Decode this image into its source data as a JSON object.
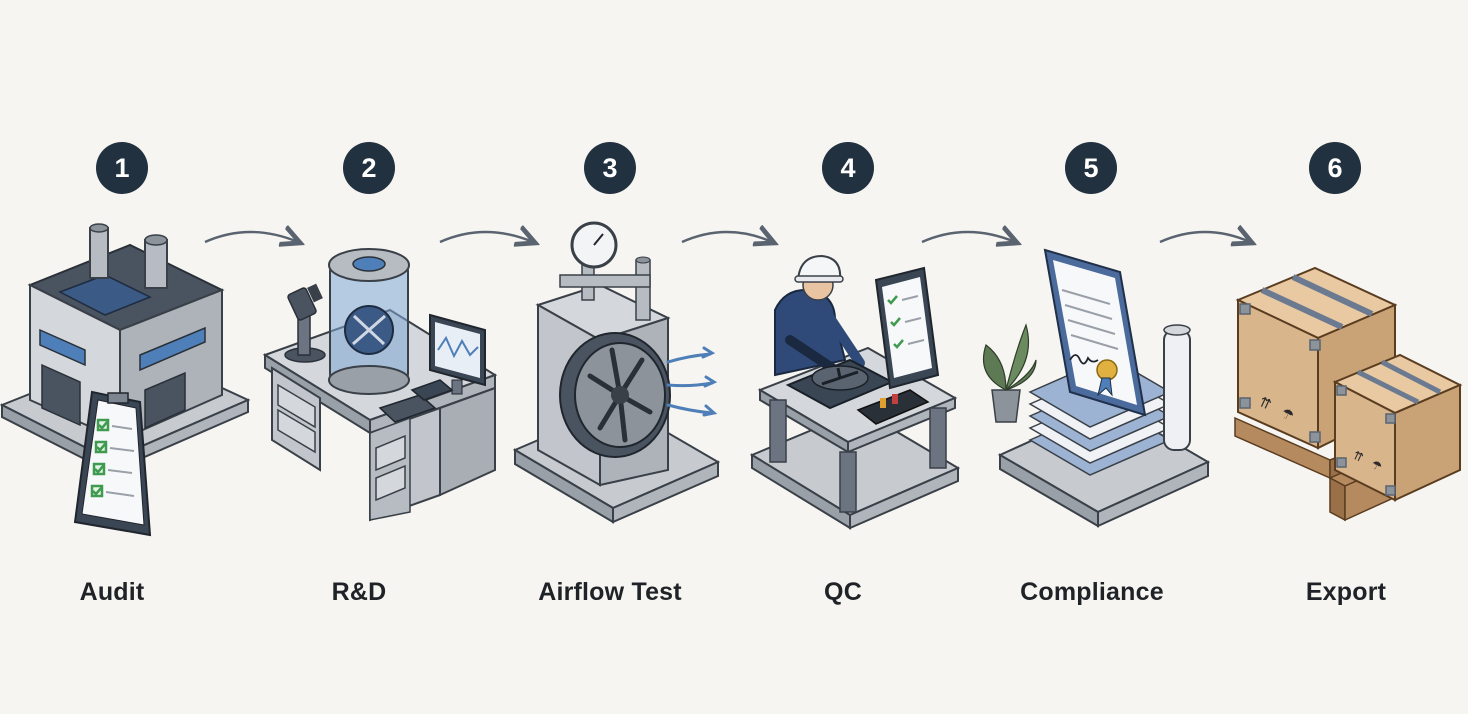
{
  "steps": [
    {
      "number": "1",
      "label": "Audit"
    },
    {
      "number": "2",
      "label": "R&D"
    },
    {
      "number": "3",
      "label": "Airflow Test"
    },
    {
      "number": "4",
      "label": "QC"
    },
    {
      "number": "5",
      "label": "Compliance"
    },
    {
      "number": "6",
      "label": "Export"
    }
  ],
  "icons": [
    "factory-icon",
    "lab-desk-icon",
    "fan-test-rig-icon",
    "inspector-icon",
    "certificate-stack-icon",
    "shipping-crates-icon"
  ],
  "colors": {
    "background": "#f7f5f1",
    "badge": "#22313f",
    "label": "#1f2328",
    "arrow": "#5a6470",
    "accent_blue": "#4f7fb8",
    "check_green": "#3f9b4f",
    "crate_wood": "#d9b58c"
  }
}
